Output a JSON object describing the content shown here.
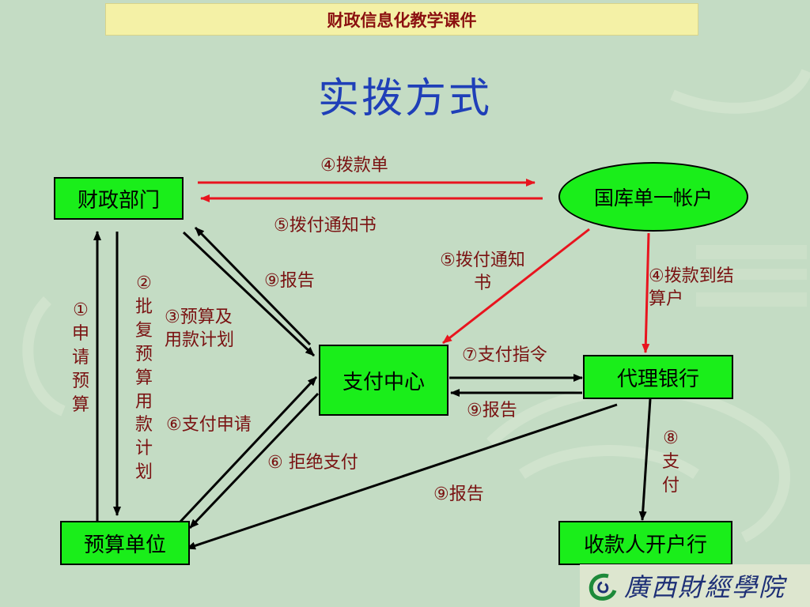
{
  "header": {
    "text": "财政信息化教学课件"
  },
  "title": "实拨方式",
  "nodes": {
    "finance_dept": "财政部门",
    "treasury_account": "国库单一帐户",
    "payment_center": "支付中心",
    "agent_bank": "代理银行",
    "budget_unit": "预算单位",
    "payee_bank": "收款人开户行"
  },
  "labels": {
    "l4_allocation_slip": "④拨款单",
    "l5_payment_notice_top": "⑤拨付通知书",
    "l5_payment_notice_diag_1": "⑤拨付通知",
    "l5_payment_notice_diag_2": "书",
    "l4_allocation_to_account_1": "④拨款到结",
    "l4_allocation_to_account_2": "算户",
    "l9_report_upper": "⑨报告",
    "l3_budget_plan_1": "③预算及",
    "l3_budget_plan_2": "用款计划",
    "l7_payment_instruction": "⑦支付指令",
    "l9_report_mid": "⑨报告",
    "l6_payment_application": "⑥支付申请",
    "l6_reject_payment": "⑥ 拒绝支付",
    "l9_report_lower": "⑨报告",
    "l1_apply_budget": "①申请预算",
    "l2_approve_budget": "②批复预算用款计划",
    "l8_payment": "⑧支付"
  },
  "logo": {
    "text": "廣西財經學院"
  },
  "colors": {
    "background": "#c4dcc4",
    "node_fill": "#1aee1a",
    "red_arrow": "#e8141e",
    "black_arrow": "#000000",
    "label_text": "#7a1212",
    "title_text": "#1f3fb8",
    "header_fill": "#f4f1a6"
  }
}
